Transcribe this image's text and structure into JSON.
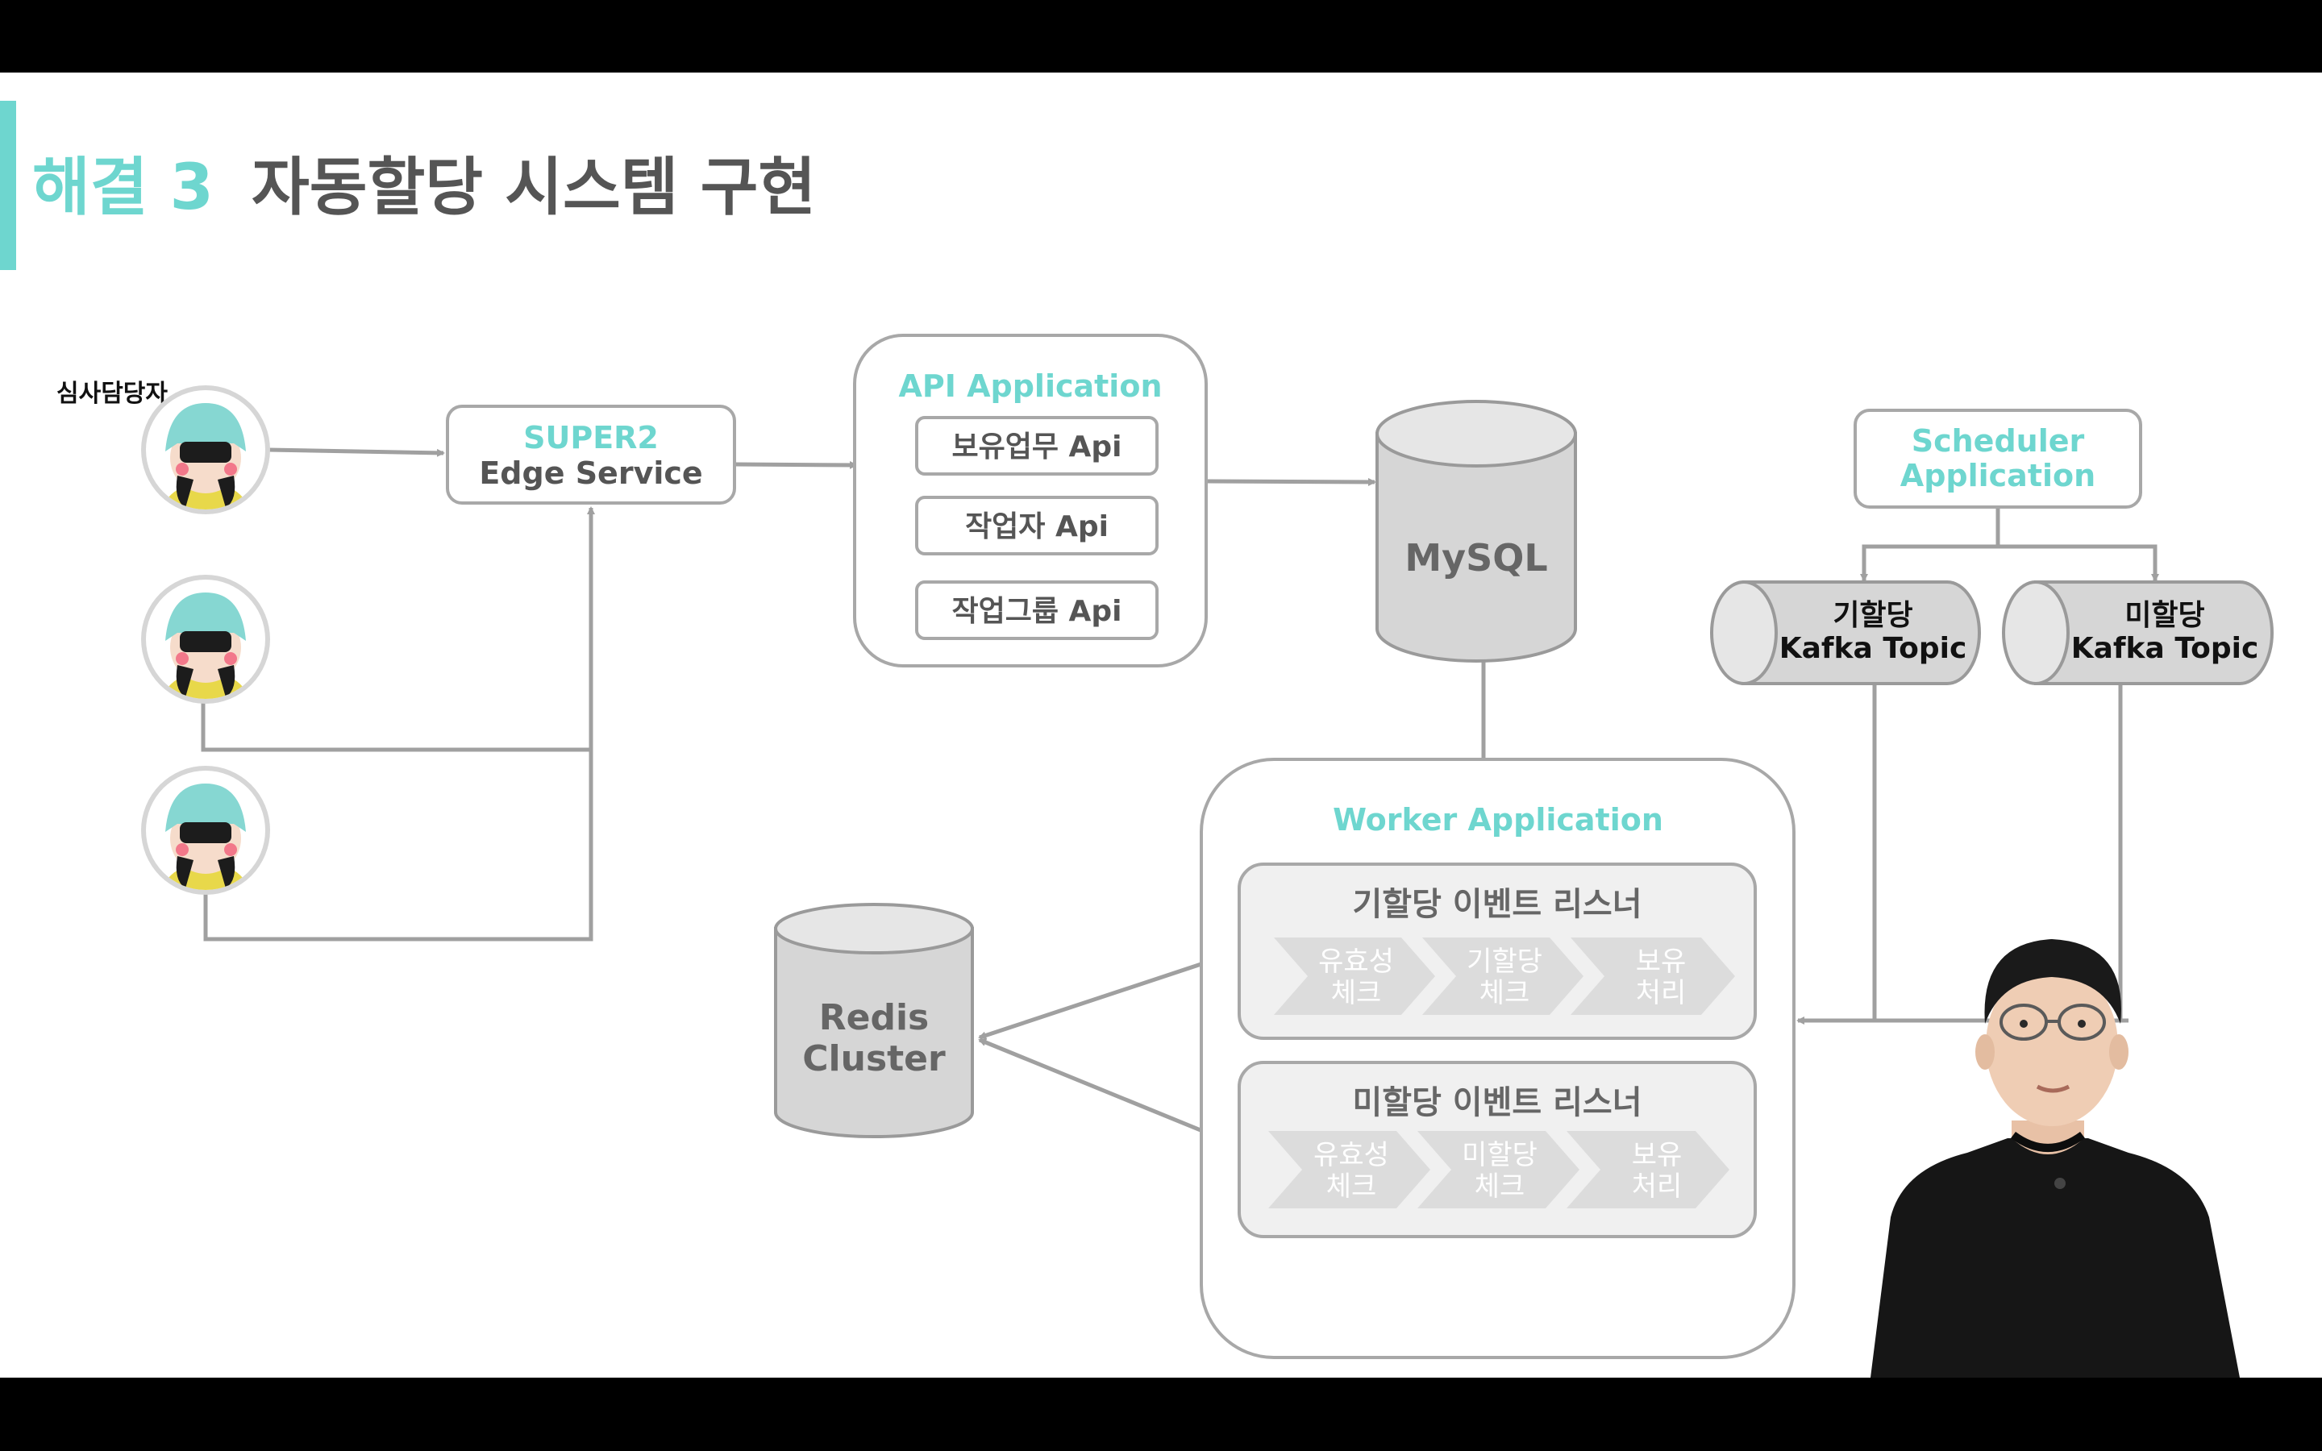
{
  "header": {
    "section_label": "해결 3",
    "title": "자동할당 시스템 구현",
    "accent_color": "#6ed6cf"
  },
  "actors": {
    "label": "심사담당자",
    "avatar_icon": "cartoon-person-avatar-icon",
    "count": 3
  },
  "edge_service": {
    "line1": "SUPER2",
    "line2": "Edge Service"
  },
  "api_app": {
    "title": "API Application",
    "apis": [
      "보유업무 Api",
      "작업자 Api",
      "작업그룹 Api"
    ]
  },
  "mysql": {
    "label": "MySQL"
  },
  "scheduler": {
    "line1": "Scheduler",
    "line2": "Application"
  },
  "topics": [
    {
      "line1": "기할당",
      "line2": "Kafka Topic"
    },
    {
      "line1": "미할당",
      "line2": "Kafka Topic"
    }
  ],
  "worker": {
    "title": "Worker Application",
    "listeners": [
      {
        "title": "기할당 이벤트 리스너",
        "steps": [
          [
            "유효성",
            "체크"
          ],
          [
            "기할당",
            "체크"
          ],
          [
            "보유",
            "처리"
          ]
        ]
      },
      {
        "title": "미할당 이벤트 리스너",
        "steps": [
          [
            "유효성",
            "체크"
          ],
          [
            "미할당",
            "체크"
          ],
          [
            "보유",
            "처리"
          ]
        ]
      }
    ]
  },
  "redis": {
    "line1": "Redis",
    "line2": "Cluster"
  },
  "presenter": {
    "icon": "presenter-person-icon"
  }
}
